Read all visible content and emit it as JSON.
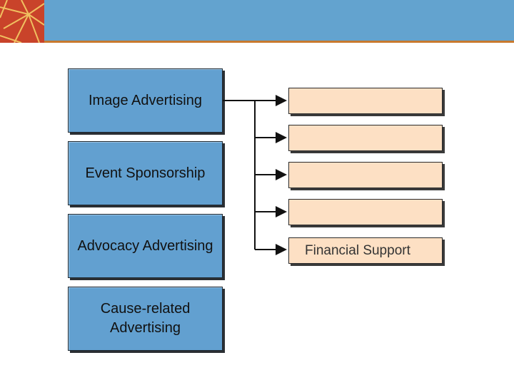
{
  "left_boxes": [
    {
      "label": "Image Advertising"
    },
    {
      "label": "Event Sponsorship"
    },
    {
      "label": "Advocacy Advertising"
    },
    {
      "label": "Cause-related Advertising"
    }
  ],
  "right_boxes": [
    {
      "label": ""
    },
    {
      "label": ""
    },
    {
      "label": ""
    },
    {
      "label": ""
    },
    {
      "label": "Financial Support"
    }
  ],
  "colors": {
    "header": "#63a3cf",
    "header_border": "#c8792e",
    "logo": "#c9432a",
    "left_box": "#62a0d0",
    "right_box": "#fde0c4"
  }
}
